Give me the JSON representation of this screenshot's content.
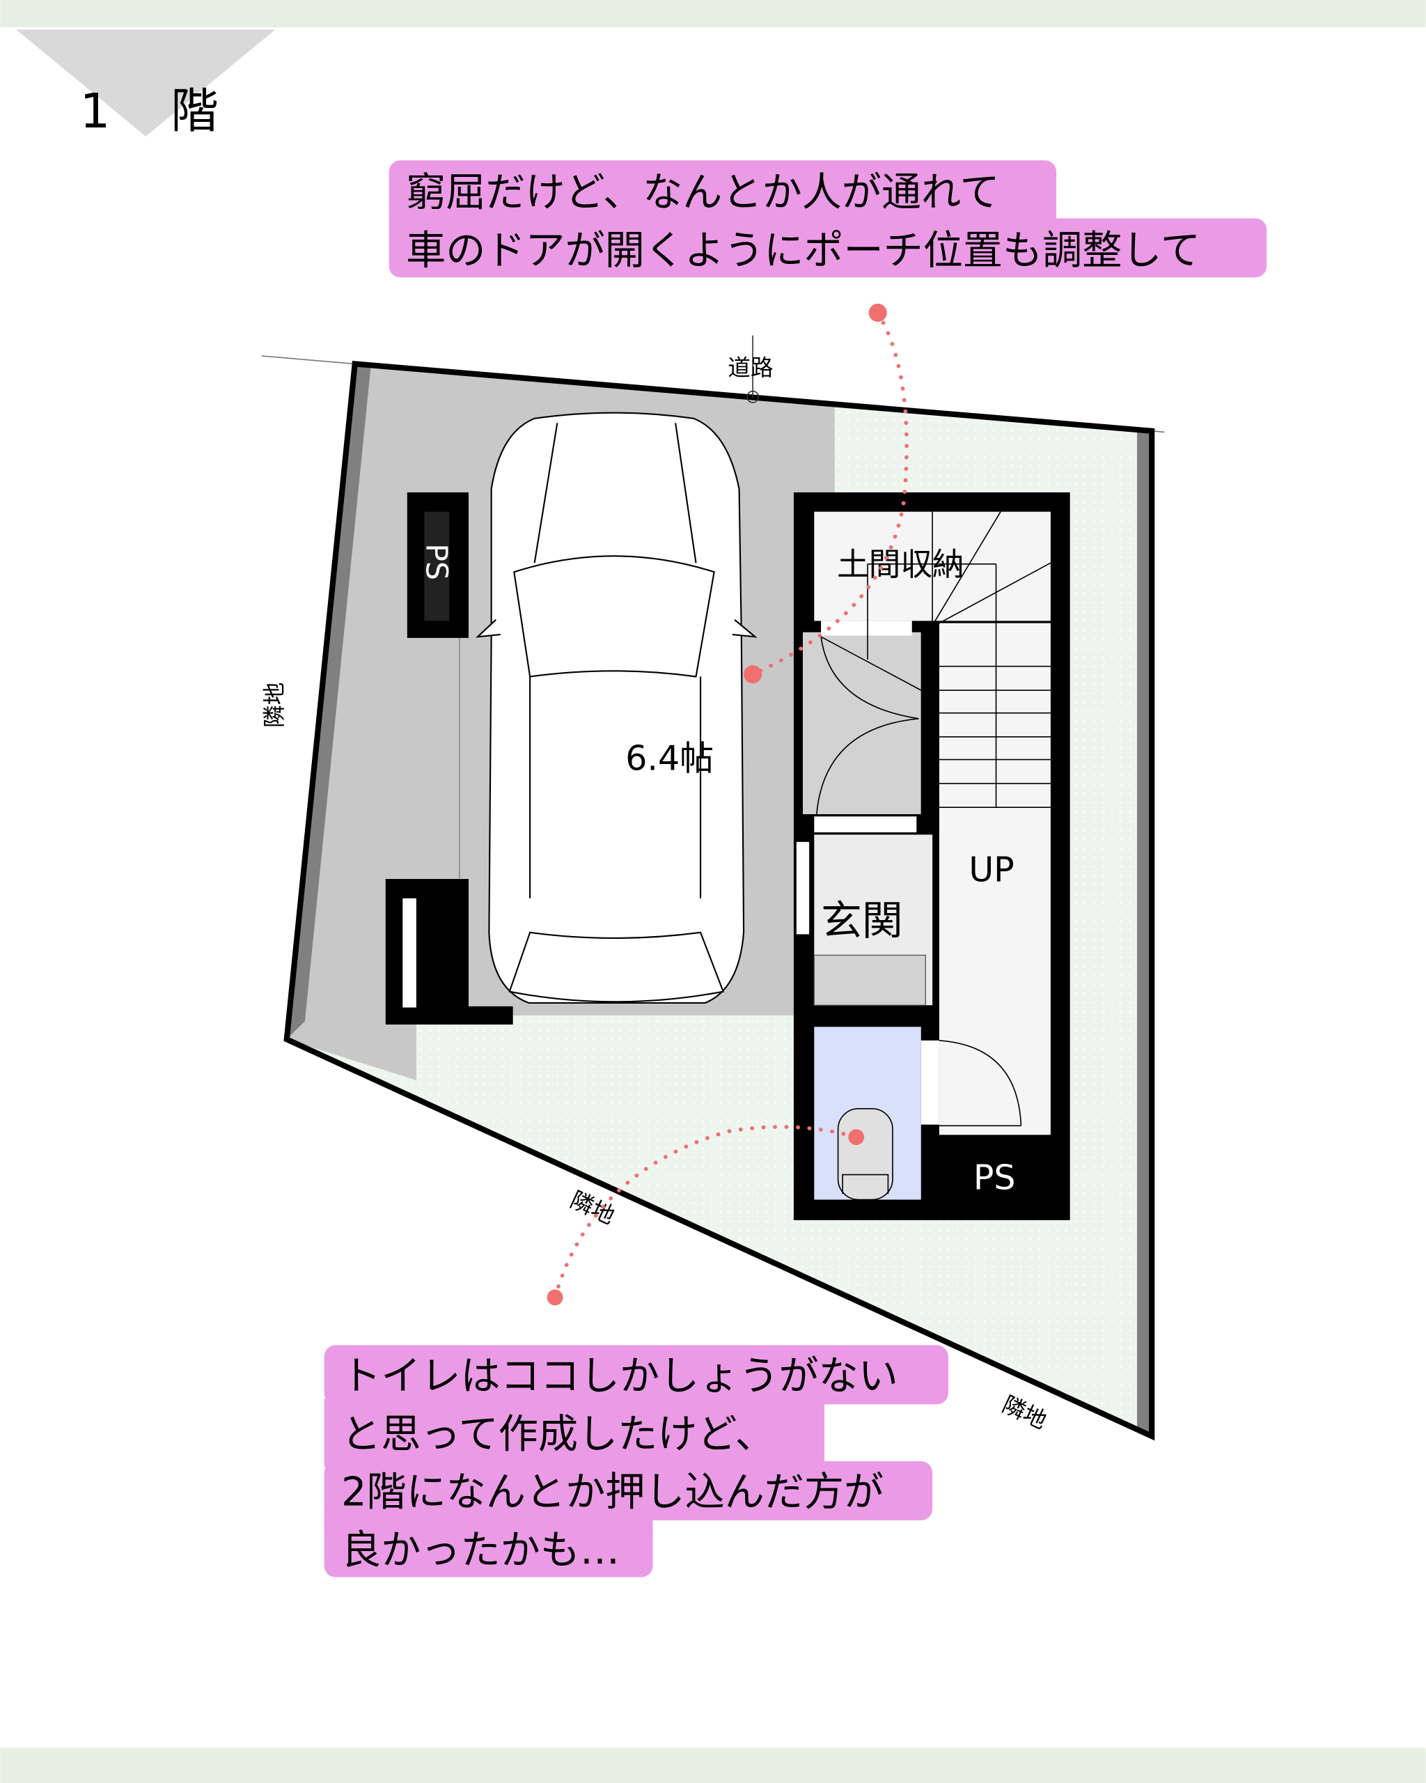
{
  "floor_label": {
    "number": "1",
    "kanji": "階"
  },
  "labels": {
    "road": "道路",
    "neighbor_left": "隣地",
    "neighbor_bottom": "隣地",
    "neighbor_right": "隣地",
    "ps_left": "PS",
    "ps_right": "PS",
    "garage_area": "6.4帖",
    "storage": "土間収納",
    "entrance": "玄関",
    "stairs_up": "UP"
  },
  "comments": {
    "top": [
      "窮屈だけど、なんとか人が通れて",
      "車のドアが開くようにポーチ位置も調整して"
    ],
    "bottom": [
      "トイレはココしかしょうがない",
      "と思って作成したけど、",
      "2階になんとか押し込んだ方が",
      "良かったかも…"
    ]
  },
  "colors": {
    "band": "#e5f0e3",
    "bubble": "#eb9be6",
    "dot": "#f07070",
    "garage": "#c8c8c8",
    "toilet": "#d8e0fa",
    "yard": "#eef5ef"
  }
}
